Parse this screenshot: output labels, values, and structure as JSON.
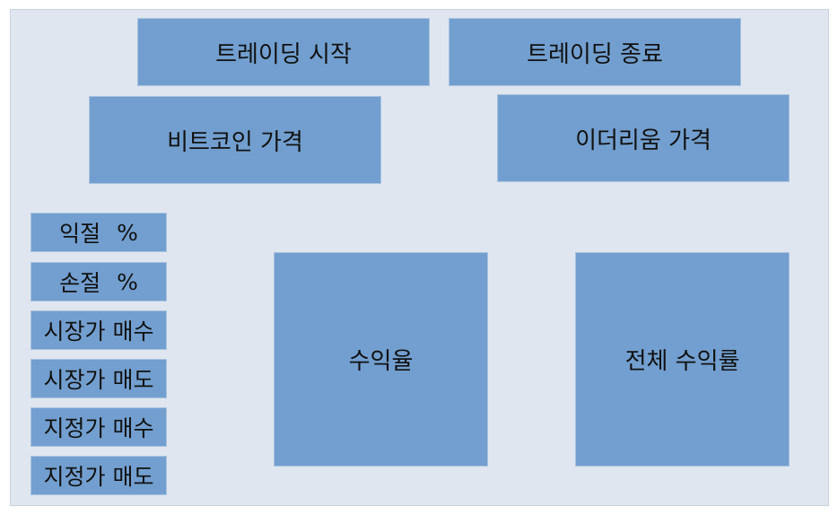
{
  "buttons": {
    "start_trading": "트레이딩 시작",
    "stop_trading": "트레이딩 종료"
  },
  "prices": {
    "bitcoin": "비트코인 가격",
    "ethereum": "이더리움 가격"
  },
  "settings": {
    "take_profit": "익절",
    "take_profit_unit": "%",
    "stop_loss": "손절",
    "stop_loss_unit": "%"
  },
  "orders": {
    "market_buy": "시장가 매수",
    "market_sell": "시장가 매도",
    "limit_buy": "지정가 매수",
    "limit_sell": "지정가 매도"
  },
  "stats": {
    "return_rate": "수익율",
    "total_return": "전체 수익률"
  },
  "colors": {
    "background": "#dfe6ef",
    "box": "#729fcf"
  }
}
